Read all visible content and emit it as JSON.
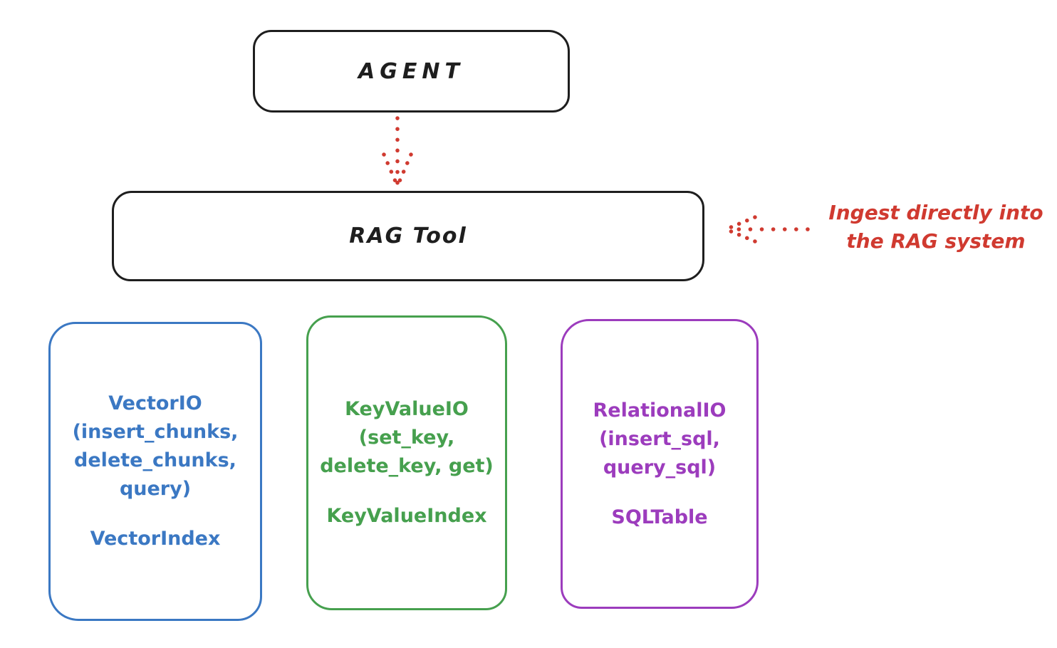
{
  "diagram": {
    "agent": {
      "label": "AGENT"
    },
    "rag_tool": {
      "label": "RAG Tool"
    },
    "annotation": {
      "line1": "Ingest directly into",
      "line2": "the RAG system"
    },
    "io_boxes": [
      {
        "lines": [
          "VectorIO",
          "(insert_chunks,",
          "delete_chunks,",
          "query)"
        ],
        "index": "VectorIndex",
        "color": "#3b78c3"
      },
      {
        "lines": [
          "KeyValueIO",
          "(set_key,",
          "delete_key, get)"
        ],
        "index": "KeyValueIndex",
        "color": "#46a04e"
      },
      {
        "lines": [
          "RelationalIO",
          "(insert_sql,",
          "query_sql)"
        ],
        "index": "SQLTable",
        "color": "#9c3cbd"
      }
    ],
    "colors": {
      "stroke": "#1e1e1e",
      "red": "#d03a30"
    }
  }
}
